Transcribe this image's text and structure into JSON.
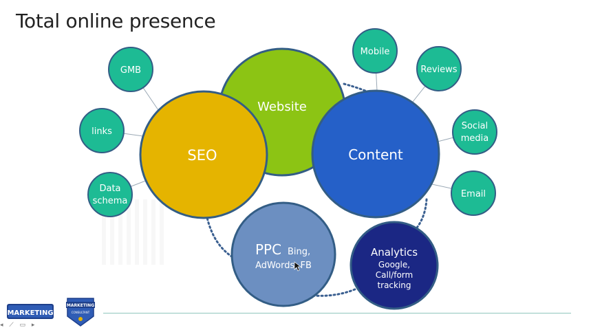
{
  "title": "Total online presence",
  "nodes": {
    "website": "Website",
    "seo": "SEO",
    "content": "Content",
    "ppc_main": "PPC",
    "ppc_line1": "Bing,",
    "ppc_line2": "AdWords, FB",
    "analytics_title": "Analytics",
    "analytics_line1": "Google,",
    "analytics_line2": "Call/form",
    "analytics_line3": "tracking"
  },
  "satellites": {
    "gmb": "GMB",
    "links": "links",
    "data_schema_1": "Data",
    "data_schema_2": "schema",
    "mobile": "Mobile",
    "reviews": "Reviews",
    "social_1": "Social",
    "social_2": "media",
    "email": "Email"
  },
  "logos": {
    "logo1_line1": "MARKETING",
    "logo2_line1": "MARKETING",
    "logo2_line2": "CONSULTANT"
  },
  "colors": {
    "website": "#8cc414",
    "seo": "#e5b400",
    "content": "#2560c8",
    "ppc": "#6c8fc1",
    "analytics": "#1b2784",
    "satellite": "#1dbb94",
    "dotted": "#3a5f90"
  }
}
